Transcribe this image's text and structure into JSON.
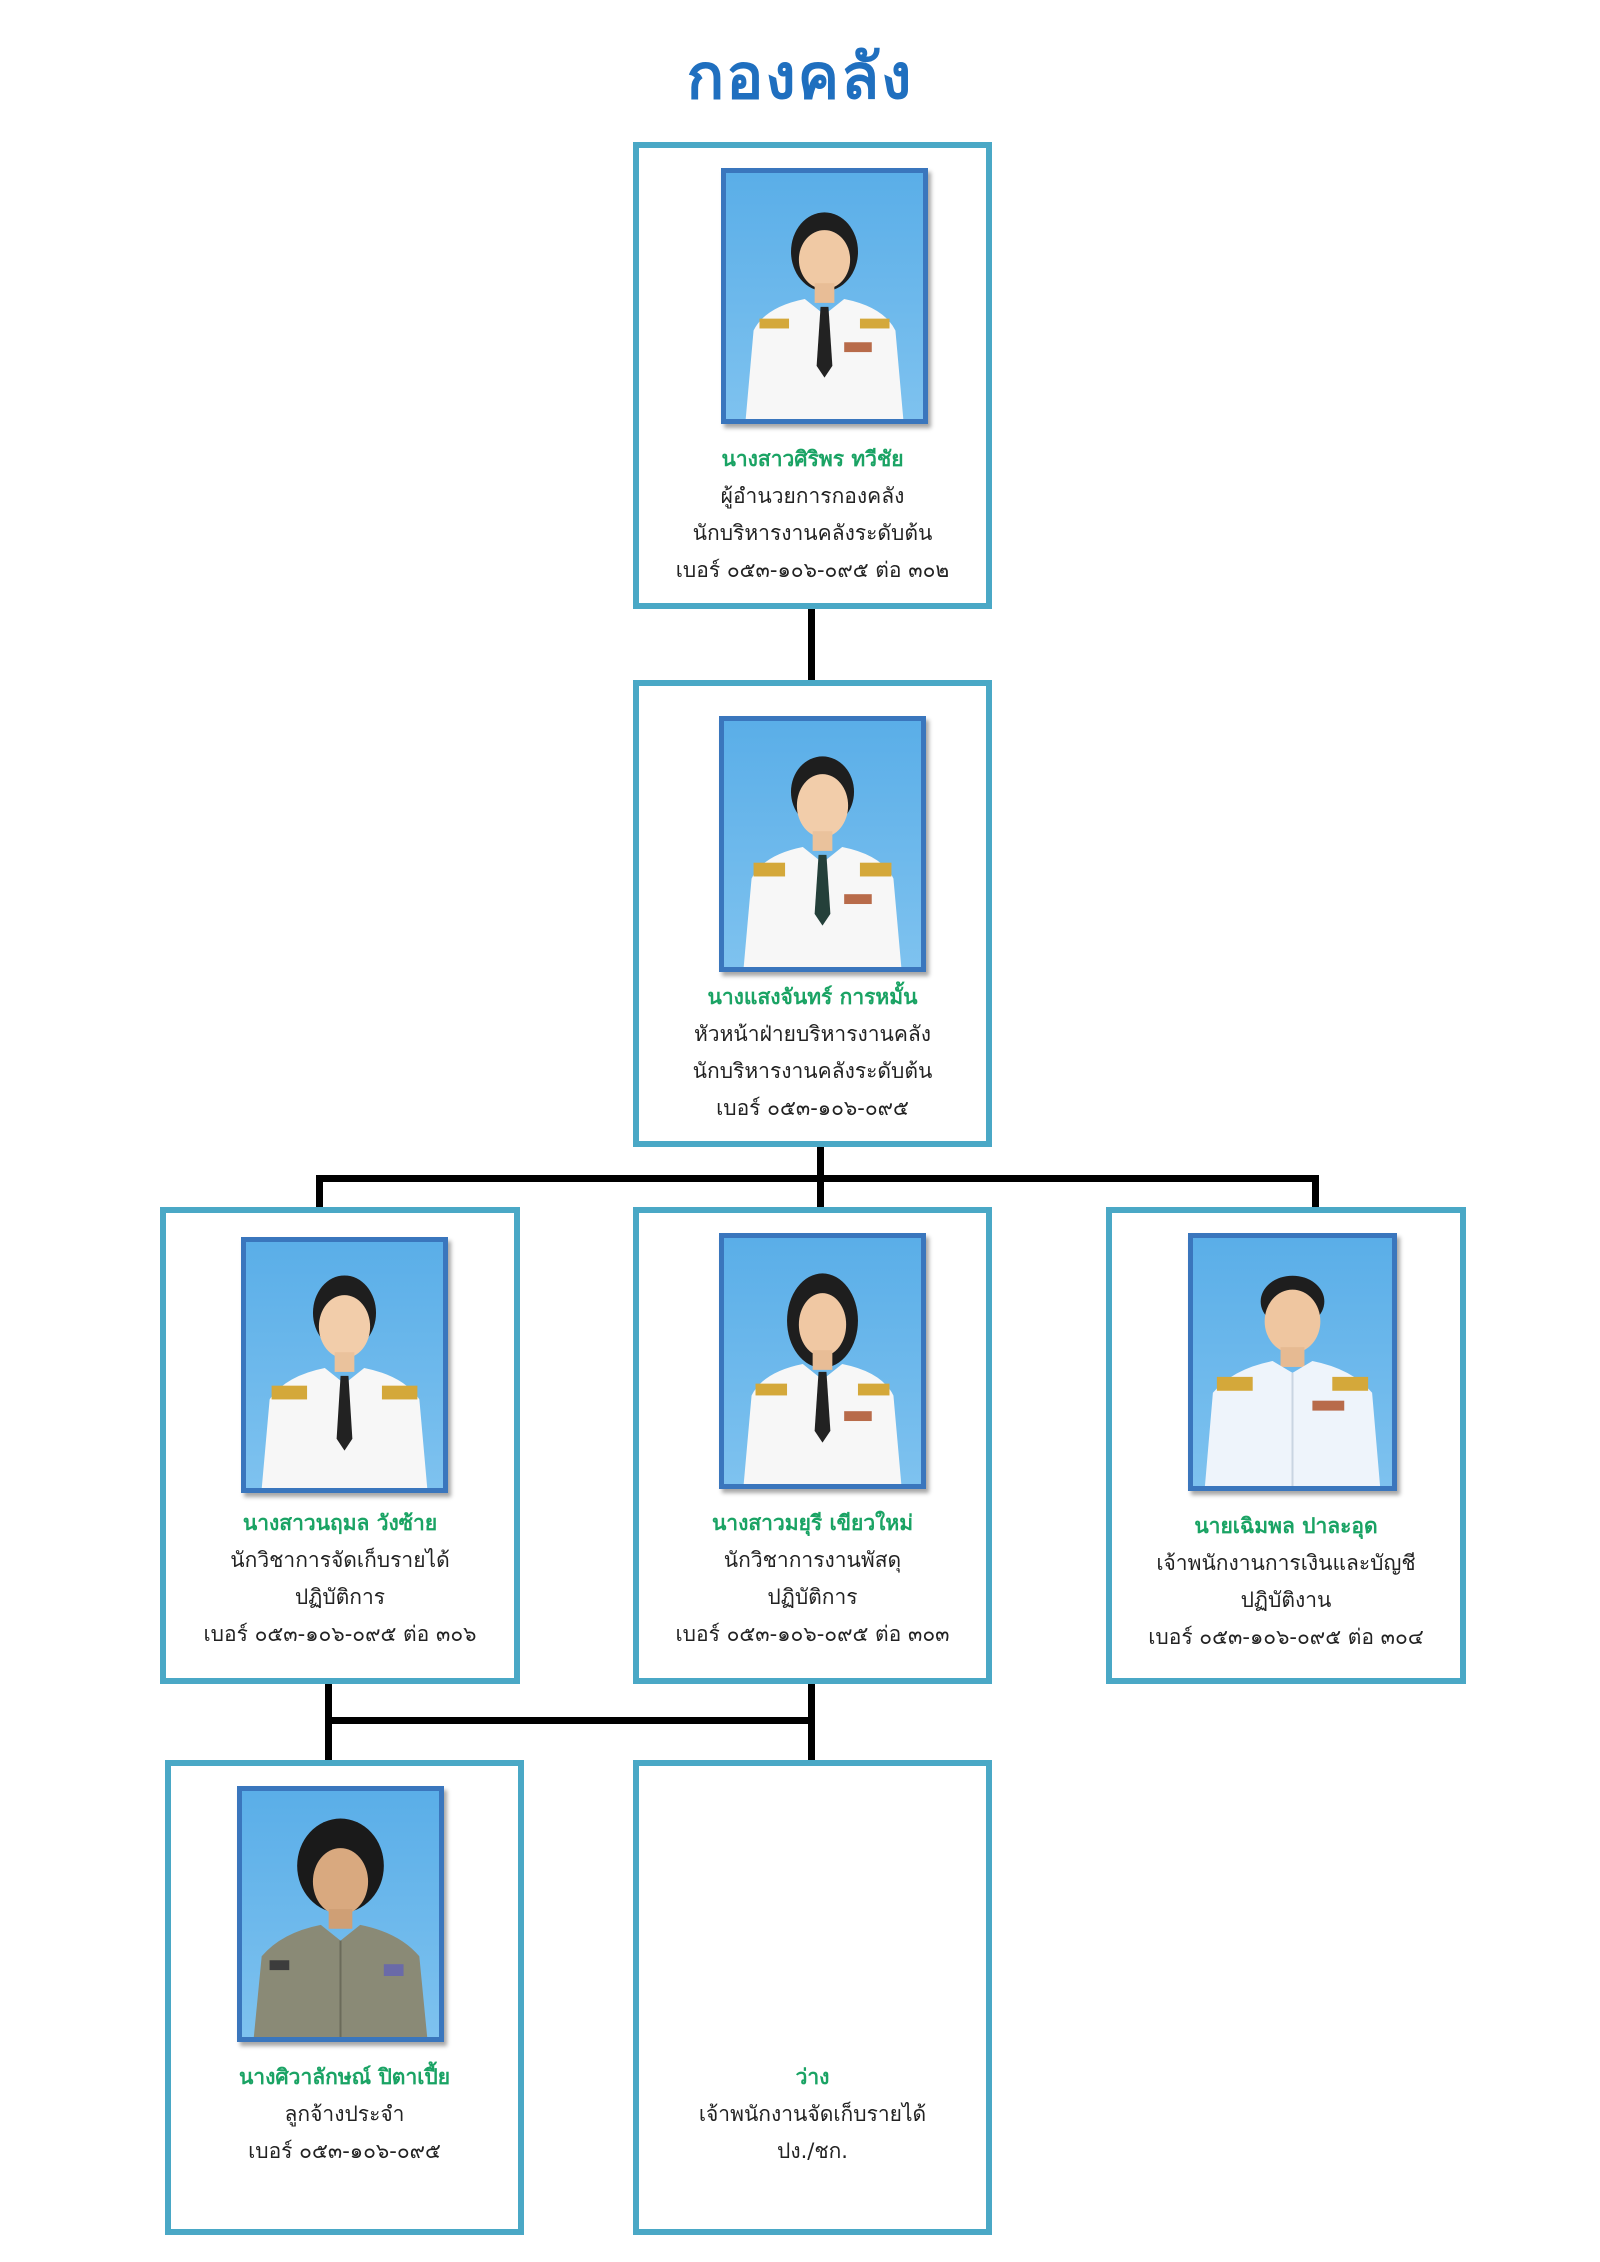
{
  "title": "กองคลัง",
  "colors": {
    "title": "#1f6fbf",
    "card_border": "#4aa8c6",
    "name": "#1aa364",
    "photo_border": "#3a76bd"
  },
  "people": {
    "director": {
      "name": "นางสาวศิริพร  ทวีชัย",
      "position": "ผู้อำนวยการกองคลัง",
      "level": "นักบริหารงานคลังระดับต้น",
      "phone": "เบอร์ ๐๕๓-๑๐๖-๐๙๕ ต่อ ๓๐๒",
      "uniform": "white"
    },
    "head": {
      "name": "นางแสงจันทร์  การหมั้น",
      "position": "หัวหน้าฝ่ายบริหารงานคลัง",
      "level": "นักบริหารงานคลังระดับต้น",
      "phone": "เบอร์ ๐๕๓-๑๐๖-๐๙๕",
      "uniform": "white"
    },
    "staff1": {
      "name": "นางสาวนฤมล วังซ้าย",
      "position": "นักวิชาการจัดเก็บรายได้",
      "level": "ปฏิบัติการ",
      "phone": "เบอร์ ๐๕๓-๑๐๖-๐๙๕ ต่อ ๓๐๖",
      "uniform": "white"
    },
    "staff2": {
      "name": "นางสาวมยุรี  เขียวใหม่",
      "position": "นักวิชาการงานพัสดุ",
      "level": "ปฏิบัติการ",
      "phone": "เบอร์ ๐๕๓-๑๐๖-๐๙๕ ต่อ ๓๐๓",
      "uniform": "white"
    },
    "staff3": {
      "name": "นายเฉิมพล ปาละอุด",
      "position": "เจ้าพนักงานการเงินและบัญชี",
      "level": "ปฏิบัติงาน",
      "phone": "เบอร์ ๐๕๓-๑๐๖-๐๙๕ ต่อ ๓๐๔",
      "uniform": "white"
    },
    "employee": {
      "name": "นางศิวาลักษณ์  ปิตาเปี้ย",
      "position": "ลูกจ้างประจำ",
      "phone": "เบอร์ ๐๕๓-๑๐๖-๐๙๕",
      "uniform": "khaki"
    },
    "vacant": {
      "name": "ว่าง",
      "position": "เจ้าพนักงานจัดเก็บรายได้",
      "level": "ปง./ชก."
    }
  }
}
